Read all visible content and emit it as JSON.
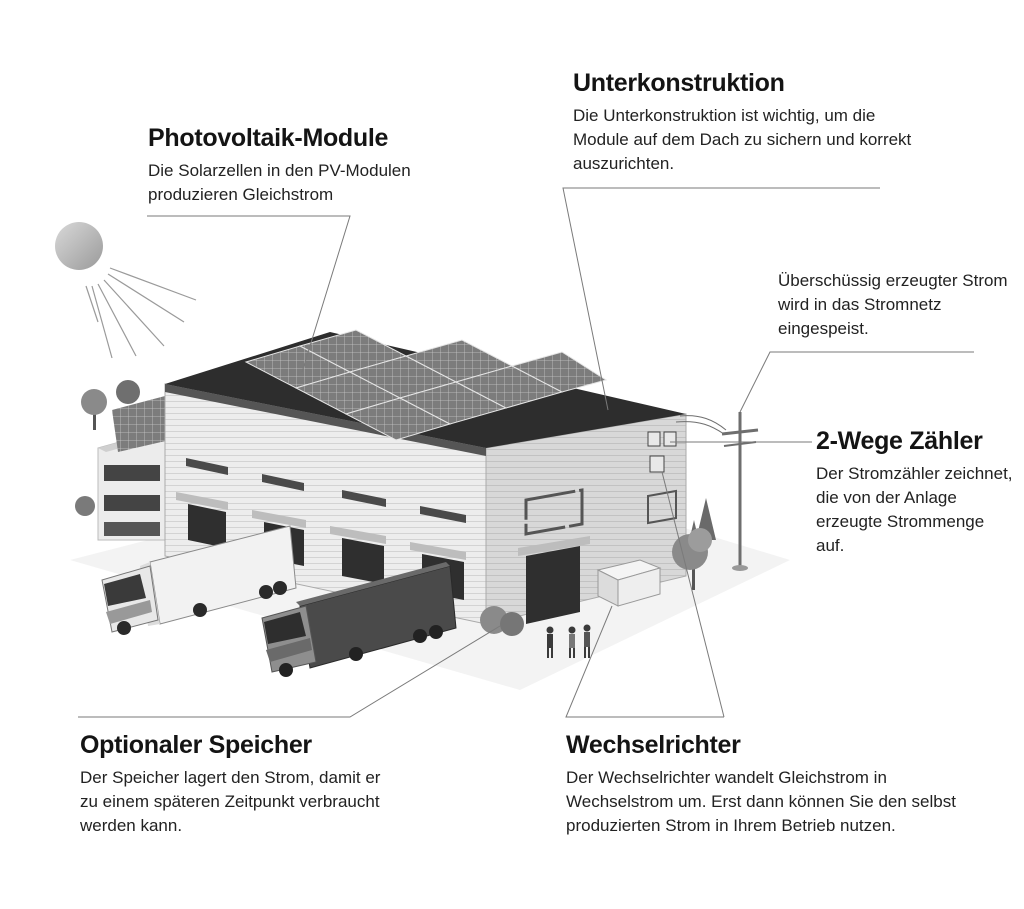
{
  "callouts": {
    "pv": {
      "title": "Photovoltaik-Module",
      "text": "Die Solarzellen in den PV-Modulen produzieren Gleichstrom"
    },
    "unterkonstruktion": {
      "title": "Unterkonstruktion",
      "text": "Die Unterkonstruktion ist wichtig, um die Module auf dem Dach zu sichern und korrekt auszurichten."
    },
    "ueberschuss": {
      "text": "Überschüssig erzeugter Strom wird in das Stromnetz eingespeist."
    },
    "zaehler": {
      "title": "2-Wege Zähler",
      "text": "Der Stromzähler zeichnet, die von der Anlage erzeugte Strommenge auf."
    },
    "speicher": {
      "title": "Optionaler Speicher",
      "text": "Der Speicher lagert den Strom, damit er zu einem späteren Zeitpunkt verbraucht werden kann."
    },
    "wechselrichter": {
      "title": "Wechselrichter",
      "text": "Der Wechselrichter wandelt Gleichstrom in Wechselstrom um. Erst dann können Sie den selbst produzierten Strom in Ihrem Betrieb nutzen."
    }
  },
  "illustration": {
    "icons": [
      "sun-icon",
      "warehouse-icon",
      "solar-panel-icon",
      "truck-icon",
      "tree-icon",
      "power-pole-icon",
      "battery-storage-icon",
      "meter-icon",
      "person-icon"
    ],
    "palette": {
      "dark": "#2b2b2b",
      "wall": "#e6e6e6",
      "shadow": "#c9c9c9",
      "panel": "#8d8d8d",
      "ground": "#f1f1f1"
    }
  }
}
